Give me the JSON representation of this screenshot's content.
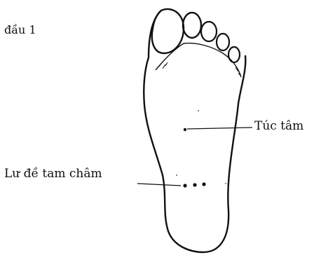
{
  "heading": "đầu 1",
  "labels": {
    "tuc_tam": "Túc tâm",
    "lu_de_tam_cham": "Lư đề tam châm"
  },
  "colors": {
    "ink": "#111111",
    "paper": "#ffffff"
  }
}
